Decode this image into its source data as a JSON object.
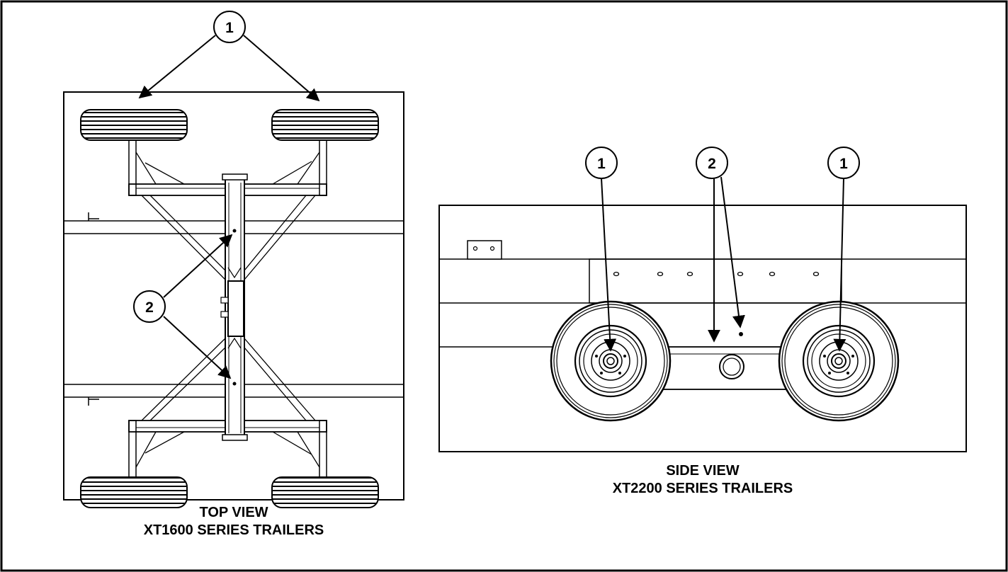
{
  "callouts": {
    "tire": "1",
    "grease_point": "2"
  },
  "top_view": {
    "caption_line1": "TOP VIEW",
    "caption_line2": "XT1600 SERIES TRAILERS"
  },
  "side_view": {
    "caption_line1": "SIDE VIEW",
    "caption_line2": "XT2200 SERIES TRAILERS"
  },
  "colors": {
    "line": "#000000",
    "background": "#ffffff"
  }
}
